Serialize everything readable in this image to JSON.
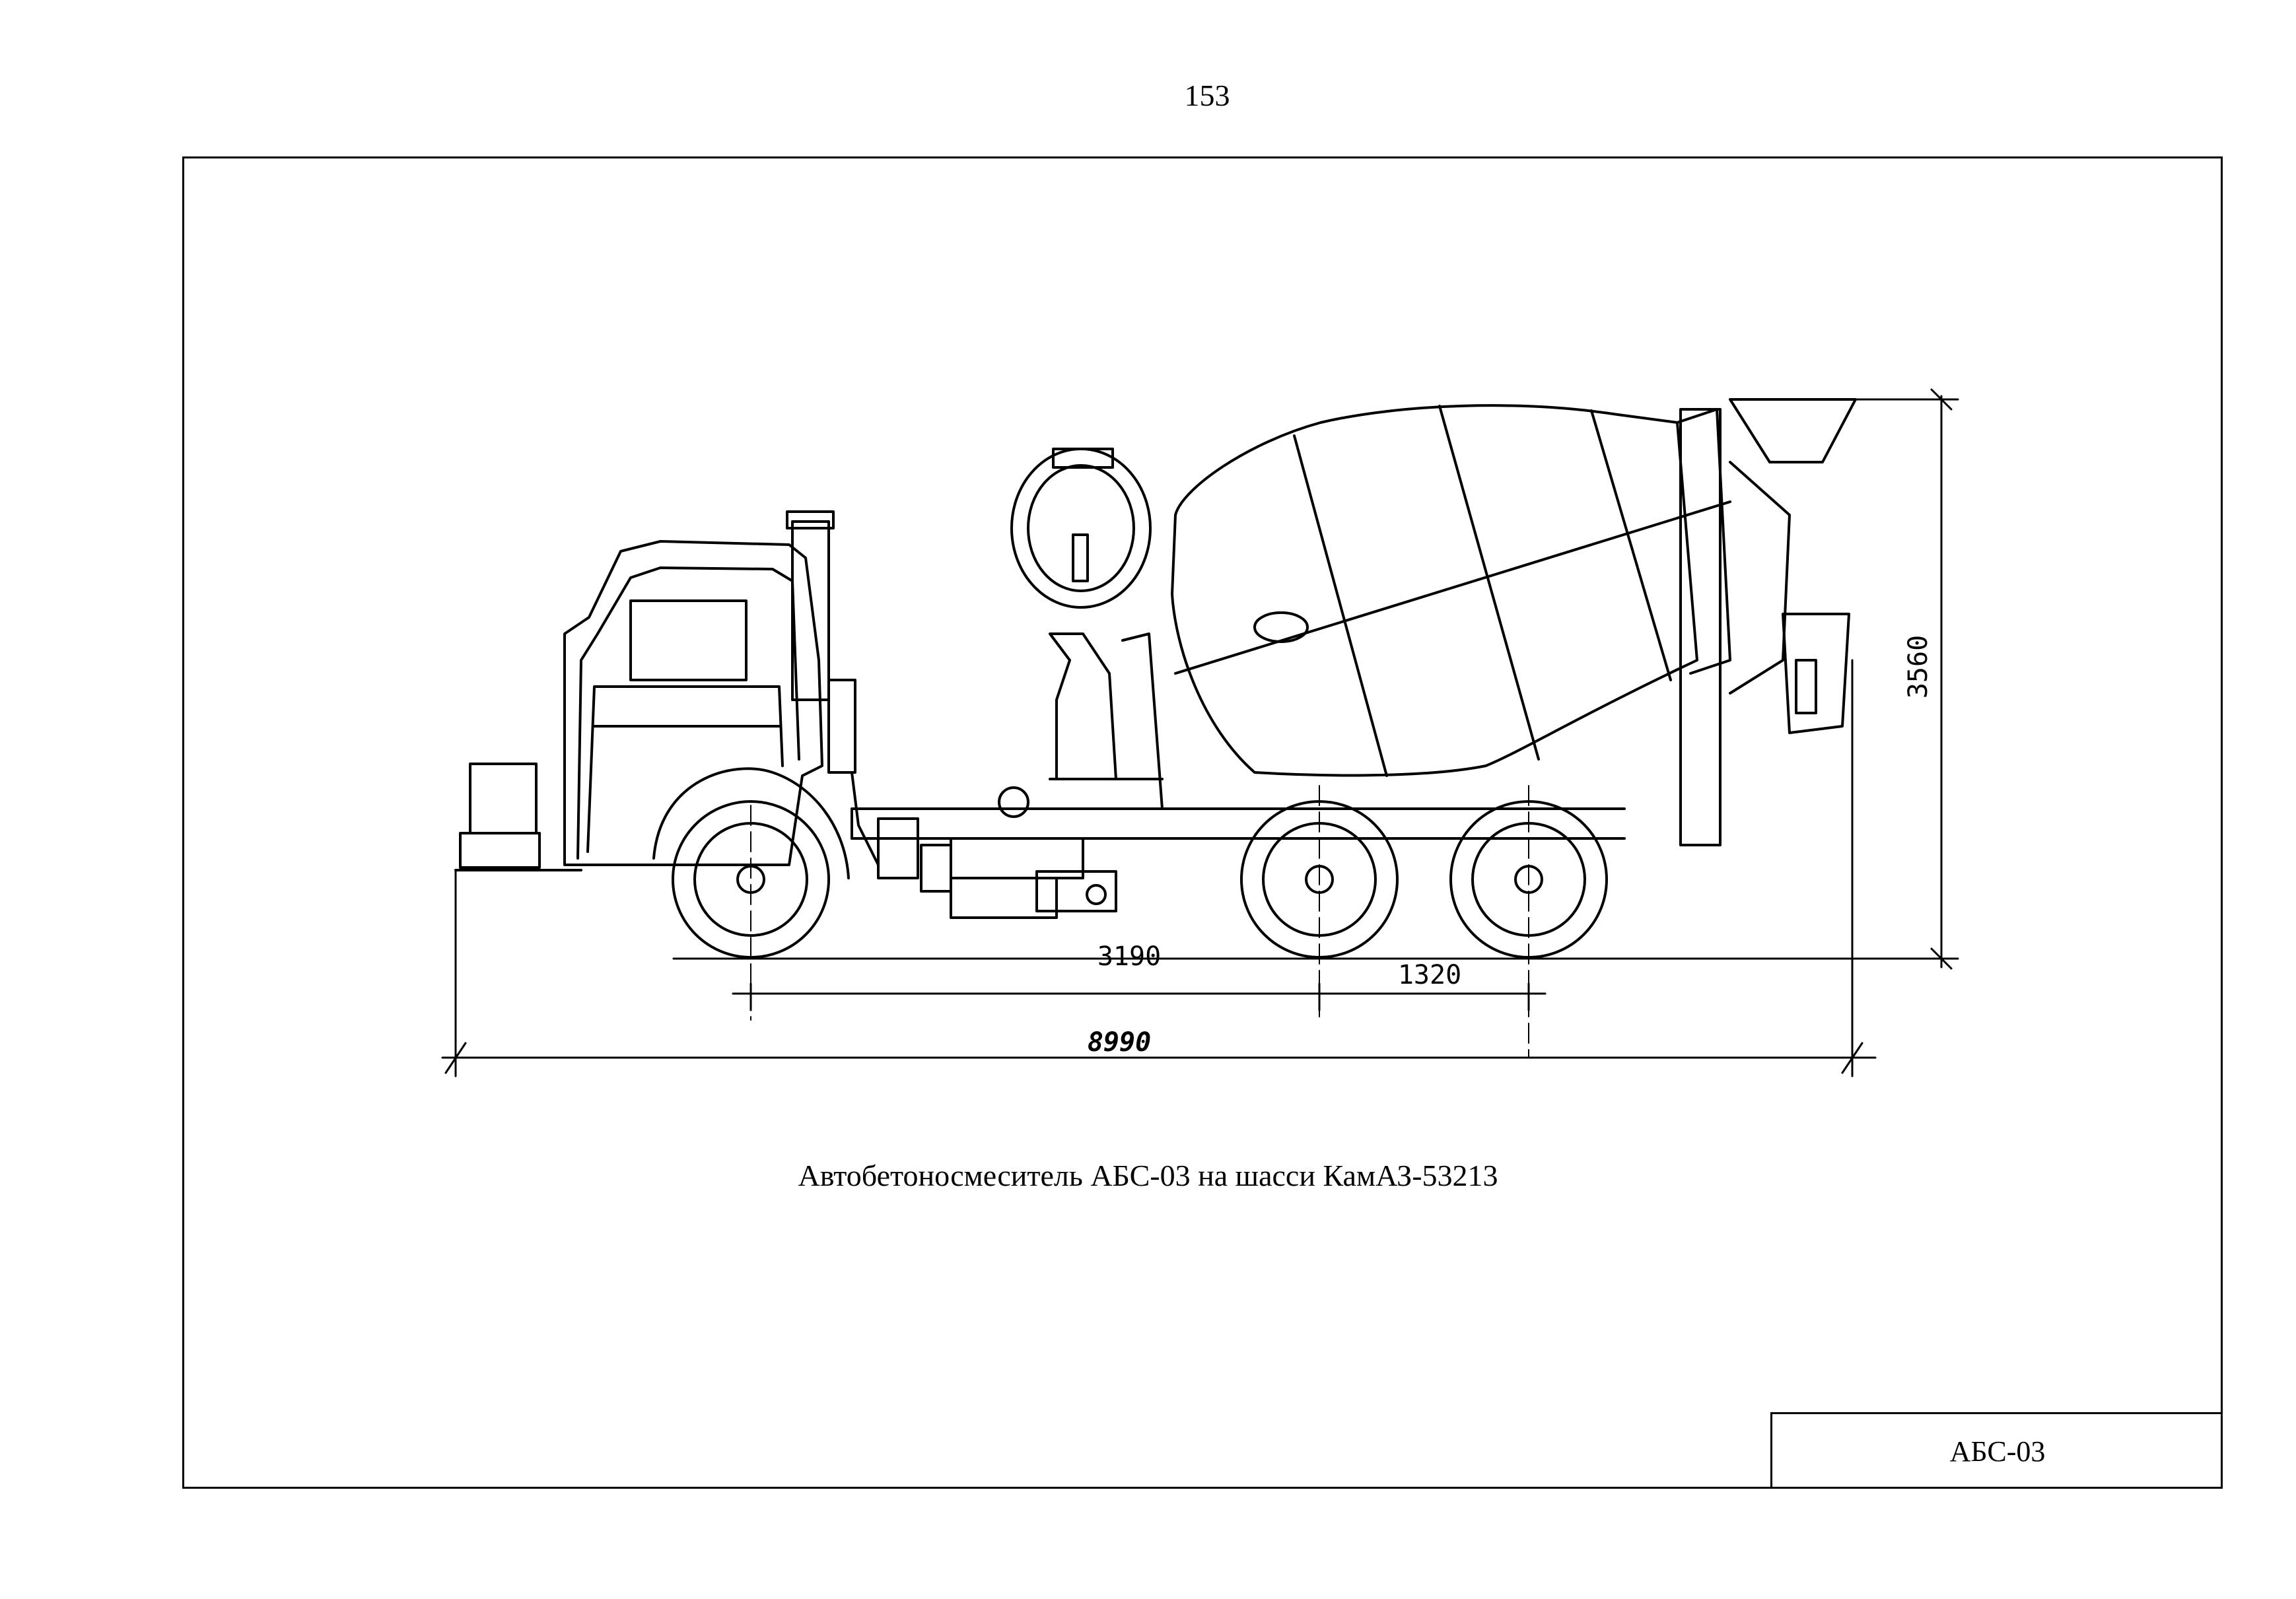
{
  "page_number": "153",
  "caption": "Автобетоносмеситель АБС-03 на шасси КамАЗ-53213",
  "stamp": "АБС-03",
  "dimensions": {
    "wheelbase_front": "3190",
    "wheelbase_rear": "1320",
    "overall_length": "8990",
    "overall_height": "3560"
  }
}
